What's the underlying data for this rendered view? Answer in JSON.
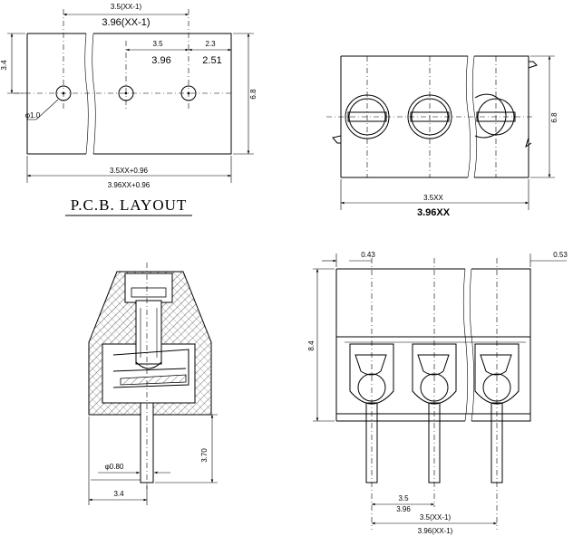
{
  "pcb_layout": {
    "title": "P.C.B. LAYOUT",
    "dim_pitch_a": "3.5(XX-1)",
    "dim_pitch_b": "3.96(XX-1)",
    "dim_35": "3.5",
    "dim_396": "3.96",
    "dim_23": "2.3",
    "dim_251": "2.51",
    "dim_34": "3.4",
    "dim_68": "6.8",
    "dim_hole": "φ1.0",
    "dim_total_a": "3.5XX+0.96",
    "dim_total_b": "3.96XX+0.96"
  },
  "top_view": {
    "dim_68": "6.8",
    "dim_35xx": "3.5XX",
    "dim_396xx": "3.96XX"
  },
  "side_view": {
    "dim_pin": "φ0.80",
    "dim_370": "3.70",
    "dim_34": "3.4"
  },
  "front_view": {
    "dim_043": "0.43",
    "dim_053": "0.53",
    "dim_84": "8.4",
    "dim_35": "3.5",
    "dim_396": "3.96",
    "dim_pitch_a": "3.5(XX-1)",
    "dim_pitch_b": "3.96(XX-1)"
  }
}
